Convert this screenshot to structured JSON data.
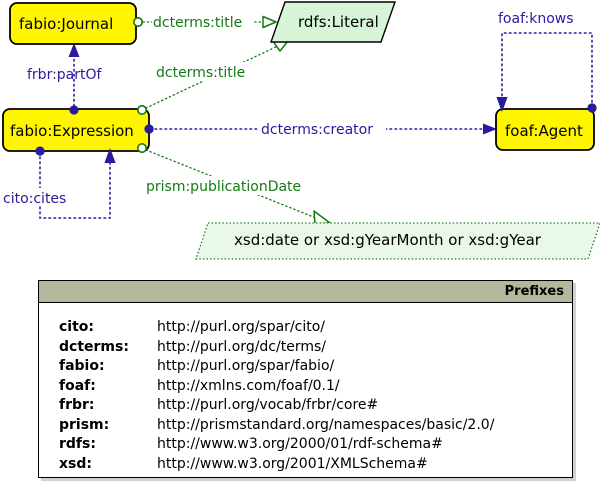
{
  "diagram": {
    "type": "uml-ontology-graffoo",
    "colors": {
      "class_fill": "#FFF500",
      "class_stroke": "#000000",
      "datatype_fill": "#D6F5D6",
      "datatype_stroke": "#137a13",
      "object_property": "#2a1a9e",
      "data_property": "#137a13",
      "table_header": "#b5b79c"
    },
    "classes": [
      {
        "id": "journal",
        "label": "fabio:Journal"
      },
      {
        "id": "expression",
        "label": "fabio:Expression"
      },
      {
        "id": "agent",
        "label": "foaf:Agent"
      }
    ],
    "datatypes": [
      {
        "id": "literal",
        "label": "rdfs:Literal"
      },
      {
        "id": "dates",
        "label": "xsd:date or xsd:gYearMonth or xsd:gYear"
      }
    ],
    "object_properties": [
      {
        "id": "partof",
        "label": "frbr:partOf",
        "from": "fabio:Expression",
        "to": "fabio:Journal"
      },
      {
        "id": "creator",
        "label": "dcterms:creator",
        "from": "fabio:Expression",
        "to": "foaf:Agent"
      },
      {
        "id": "cites",
        "label": "cito:cites",
        "from": "fabio:Expression",
        "to": "fabio:Expression"
      },
      {
        "id": "knows",
        "label": "foaf:knows",
        "from": "foaf:Agent",
        "to": "foaf:Agent"
      }
    ],
    "data_properties": [
      {
        "id": "title-journal",
        "label": "dcterms:title",
        "from": "fabio:Journal",
        "to": "rdfs:Literal"
      },
      {
        "id": "title-expr",
        "label": "dcterms:title",
        "from": "fabio:Expression",
        "to": "rdfs:Literal"
      },
      {
        "id": "pubdate",
        "label": "prism:publicationDate",
        "from": "fabio:Expression",
        "to": "xsd:date or xsd:gYearMonth or xsd:gYear"
      }
    ]
  },
  "prefixes_table": {
    "title": "Prefixes",
    "rows": [
      {
        "prefix": "cito:",
        "uri": "http://purl.org/spar/cito/"
      },
      {
        "prefix": "dcterms:",
        "uri": "http://purl.org/dc/terms/"
      },
      {
        "prefix": "fabio:",
        "uri": "http://purl.org/spar/fabio/"
      },
      {
        "prefix": "foaf:",
        "uri": "http://xmlns.com/foaf/0.1/"
      },
      {
        "prefix": "frbr:",
        "uri": "http://purl.org/vocab/frbr/core#"
      },
      {
        "prefix": "prism:",
        "uri": "http://prismstandard.org/namespaces/basic/2.0/"
      },
      {
        "prefix": "rdfs:",
        "uri": "http://www.w3.org/2000/01/rdf-schema#"
      },
      {
        "prefix": "xsd:",
        "uri": "http://www.w3.org/2001/XMLSchema#"
      }
    ]
  }
}
